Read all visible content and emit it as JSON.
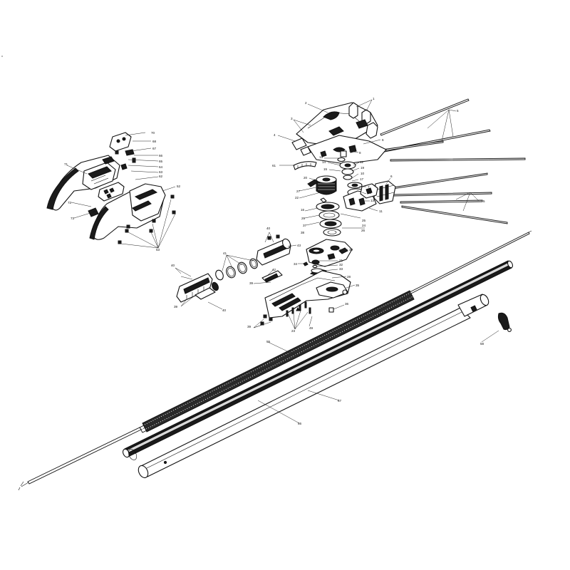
{
  "callouts": {
    "c1": "1",
    "c2": "2",
    "c3": "3",
    "c4": "4",
    "c5": "5",
    "c6": "6",
    "c7": "7",
    "c8": "8",
    "c9": "9",
    "c10": "10",
    "c11": "11",
    "c12": "12",
    "c13": "13",
    "c14": "14",
    "c15": "15",
    "c16": "16",
    "c17": "17",
    "c18": "18",
    "c19": "19",
    "c20": "20",
    "c21": "21",
    "c22": "22",
    "c23": "23",
    "c24": "24",
    "c25": "25",
    "c26": "26",
    "c27": "27",
    "c28": "28",
    "c29": "29",
    "c30": "30",
    "c31": "31",
    "c32": "32",
    "c33": "33",
    "c34": "34",
    "c35": "35",
    "c36": "36",
    "c37": "37",
    "c38": "38",
    "c39": "39",
    "c40": "40",
    "c41": "41",
    "c42": "42",
    "c43": "43",
    "c49": "49",
    "c51": "51",
    "c52": "52",
    "c53": "53",
    "c55": "55",
    "c56": "56",
    "c57": "57",
    "c58": "58",
    "c61": "61",
    "c62": "62",
    "c63": "63",
    "c64": "64",
    "c65": "65",
    "c66": "66",
    "c67": "67",
    "c68": "68",
    "c69": "69",
    "c70": "70",
    "c71": "71",
    "c72": "72",
    "c73": "73"
  }
}
